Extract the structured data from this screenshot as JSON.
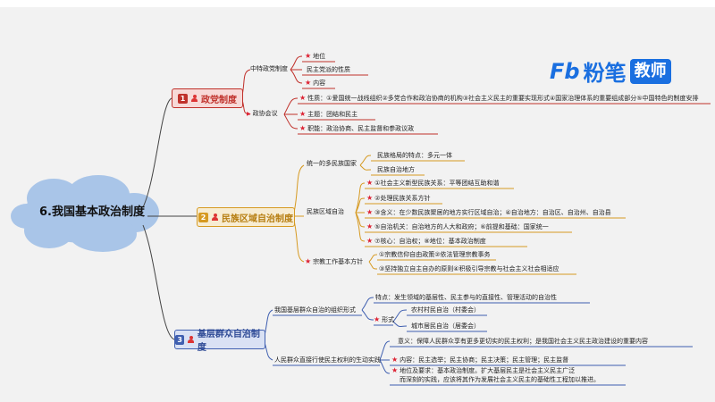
{
  "title": "6.我国基本政治制度",
  "logo": {
    "fb": "Fb",
    "brand": "粉笔",
    "tag": "教师"
  },
  "sections": [
    {
      "num": "1",
      "label": "政党制度"
    },
    {
      "num": "2",
      "label": "民族区域自治制度"
    },
    {
      "num": "3",
      "label": "基层群众自治制度"
    }
  ],
  "party": {
    "system": "中特政党制度",
    "system_items": [
      "地位",
      "民主党派的性质",
      "内容"
    ],
    "cppcc": "政协会议",
    "cppcc_items": [
      "性质：①爱国统一战线组织②多党合作和政治协商的机构③社会主义民主的重要实现形式④国家治理体系的重要组成部分⑤中国特色的制度安排",
      "主题：团结和民主",
      "职能：政治协商、民主监督和参政议政"
    ]
  },
  "ethnic": {
    "unified": "统一的多民族国家",
    "unified_items": [
      "民族格局的特点：多元一体",
      "民族自治地方"
    ],
    "regional": "民族区域自治",
    "regional_items": [
      "①社会主义新型民族关系：平等团结互助和谐",
      "②处理民族关系方针",
      "③含义：在少数民族聚居的地方实行区域自治；④自治地方：自治区、自治州、自治县",
      "⑤自治机关：自治地方的人大和政府；⑥前提和基础：国家统一",
      "⑦核心：自治权；⑧地位：基本政治制度"
    ],
    "religion": "宗教工作基本方针",
    "religion_items": [
      "①宗教信仰自由政策②依法管理宗教事务",
      "③坚持独立自主自办的原则④积极引导宗教与社会主义社会相适应"
    ]
  },
  "grassroots": {
    "form": "我国基层群众自治的组织形式",
    "traits": "特点：发生领域的基层性、民主参与的直接性、管理活动的自治性",
    "forms_label": "形式",
    "forms": [
      "农村村民自治（村委会）",
      "城市居民自治（居委会）"
    ],
    "practice": "人民群众直接行使民主权利的生动实践",
    "practice_items": [
      "意义：保障人民群众享有更多更切实的民主权利；是我国社会主义民主政治建设的重要内容",
      "内容：民主选举；民主协商；民主决策；民主管理；民主监督",
      "地位及要求：基本政治制度。扩大基层民主是社会主义民主广泛",
      "而深刻的实践，应该将其作为发展社会主义民主的基础性工程加以推进。"
    ]
  },
  "colors": {
    "section1": "#c0312b",
    "section2": "#d69a22",
    "section3": "#3f5fb0",
    "cloud": "#a9c5e8",
    "accent_red": "#d33"
  }
}
